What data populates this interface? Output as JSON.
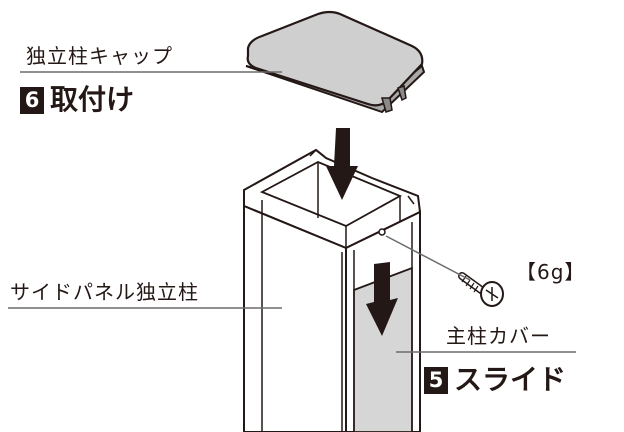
{
  "labels": {
    "cap": "独立柱キャップ",
    "panel": "サイドパネル独立柱",
    "cover": "主柱カバー",
    "screw": "【6g】"
  },
  "steps": {
    "attach": {
      "number": "6",
      "text": "取付け"
    },
    "slide": {
      "number": "5",
      "text": "スライド"
    }
  },
  "colors": {
    "line": "#231815",
    "cap_fill": "#cfcfcf",
    "post_fill": "#ffffff",
    "cover_fill": "#d6d6d6",
    "arrow": "#231815",
    "leader": "#6b6b6b"
  }
}
